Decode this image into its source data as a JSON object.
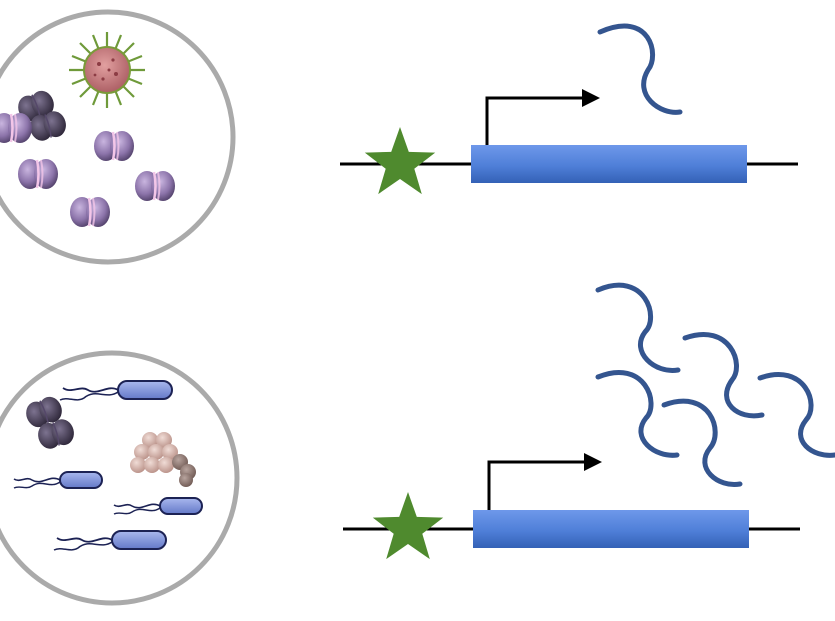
{
  "colors": {
    "background": "#ffffff",
    "circle_border": "#aaaaaa",
    "gene_bar": "#4f7fd8",
    "gene_bar_dark": "#3461b6",
    "dna_line": "#000000",
    "promoter_arrow": "#000000",
    "mrna": "#34558f",
    "star": "#4f8a2e",
    "cell_purple": "#7a6699",
    "cell_dark": "#3a3148",
    "rod_fill": "#7b8fd6",
    "rod_stroke": "#1c2254",
    "cluster": "#d2b1a8",
    "virus_body": "#c8787c",
    "virus_spike": "#6f9a3a"
  },
  "panels": [
    {
      "id": "top",
      "community": "sample-community-a",
      "mrna_count": 1
    },
    {
      "id": "bottom",
      "community": "sample-community-b",
      "mrna_count": 5
    }
  ],
  "icons": [
    "microbe-community-circle",
    "virus-icon",
    "diplococcus-icon",
    "bacillus-icon",
    "coccus-cluster-icon",
    "promoter-star-icon",
    "transcription-arrow-icon",
    "gene-bar",
    "mrna-transcript"
  ]
}
